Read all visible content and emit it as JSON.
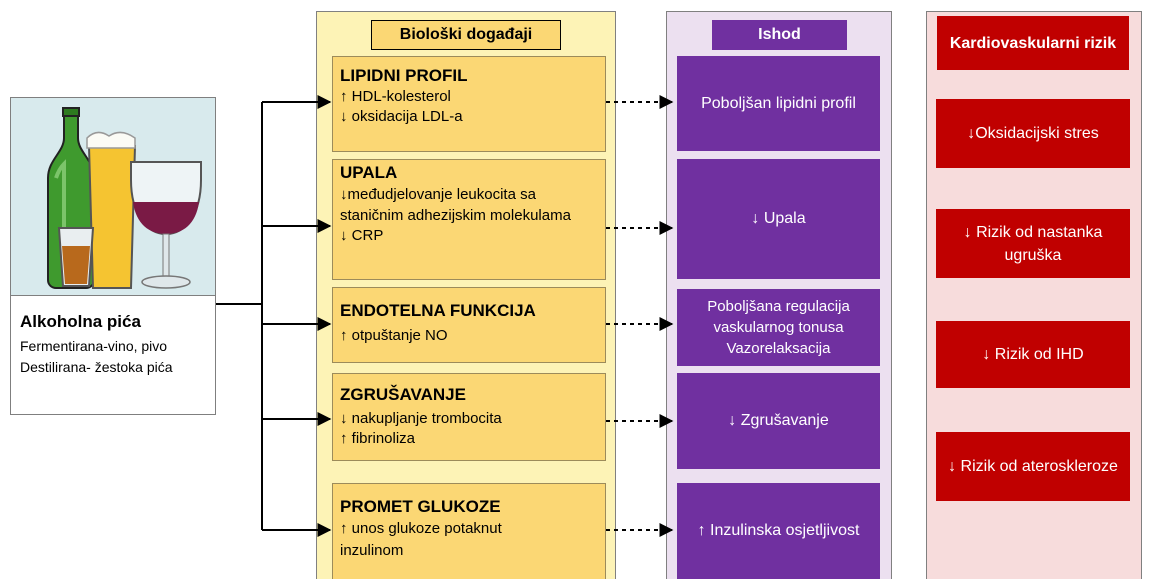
{
  "source": {
    "title": "Alkoholna pića",
    "line1": "Fermentirana-vino, pivo",
    "line2": "Destilirana- žestoka pića"
  },
  "columns": {
    "events_header": "Biološki događaji",
    "outcome_header": "Ishod",
    "risk_header": "Kardiovaskularni rizik"
  },
  "events": [
    {
      "title": "LIPIDNI PROFIL",
      "line1": "↑ HDL-kolesterol",
      "line2": "↓ oksidacija LDL-a"
    },
    {
      "title": "UPALA",
      "line1": "↓međudjelovanje leukocita sa staničnim adhezijskim molekulama",
      "line2": "↓ CRP"
    },
    {
      "title": "ENDOTELNA FUNKCIJA",
      "line1": "↑ otpuštanje NO"
    },
    {
      "title": "ZGRUŠAVANJE",
      "line1": "↓ nakupljanje trombocita",
      "line2": "↑ fibrinoliza"
    },
    {
      "title": "PROMET GLUKOZE",
      "line1": "↑ unos glukoze potaknut inzulinom"
    }
  ],
  "outcomes": [
    "Poboljšan lipidni profil",
    "↓ Upala",
    "Poboljšana regulacija vaskularnog tonusa Vazorelaksacija",
    "↓ Zgrušavanje",
    "↑ Inzulinska osjetljivost"
  ],
  "risks": [
    "↓Oksidacijski stres",
    "↓ Rizik od nastanka ugruška",
    "↓ Rizik od IHD",
    "↓ Rizik od ateroskleroze"
  ]
}
